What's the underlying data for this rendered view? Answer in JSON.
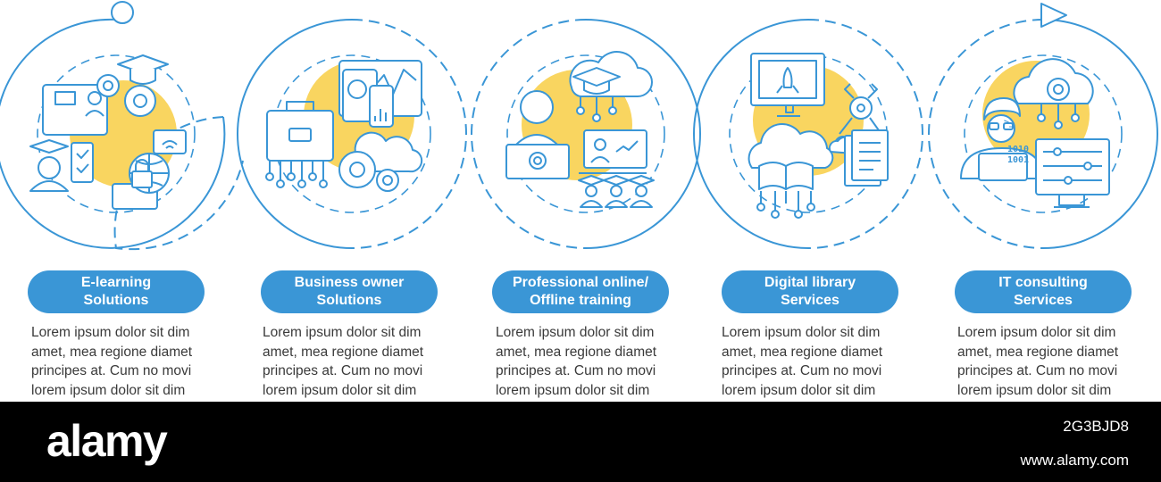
{
  "steps": [
    {
      "title": "E-learning\nSolutions",
      "text": "Lorem ipsum dolor sit dim\namet, mea regione diamet\nprincipes at. Cum no movi\nlorem ipsum dolor sit dim"
    },
    {
      "title": "Business owner\nSolutions",
      "text": "Lorem ipsum dolor sit dim\namet, mea regione diamet\nprincipes at. Cum no movi\nlorem ipsum dolor sit dim"
    },
    {
      "title": "Professional online/\nOffline training",
      "text": "Lorem ipsum dolor sit dim\namet, mea regione diamet\nprincipes at. Cum no movi\nlorem ipsum dolor sit dim"
    },
    {
      "title": "Digital library\nServices",
      "text": "Lorem ipsum dolor sit dim\namet, mea regione diamet\nprincipes at. Cum no movi\nlorem ipsum dolor sit dim"
    },
    {
      "title": "IT consulting\nServices",
      "text": "Lorem ipsum dolor sit dim\namet, mea regione diamet\nprincipes at. Cum no movi\nlorem ipsum dolor sit dim"
    }
  ],
  "icons": [
    "graduation-cap-icon",
    "gear-icon",
    "video-lesson-icon",
    "globe-lock-icon",
    "briefcase-icon",
    "analytics-screens-icon",
    "cloud-gears-icon",
    "teacher-laptop-icon",
    "cloud-graduation-icon",
    "students-icon",
    "monitor-rocket-icon",
    "cloud-book-icon",
    "robot-arm-icon",
    "document-icon",
    "programmer-icon",
    "cloud-gear-icon",
    "binary-code-icon",
    "circuit-monitor-icon",
    "start-circle-icon",
    "play-arrow-icon"
  ],
  "footer": {
    "brand": "alamy",
    "image_id": "2G3BJD8",
    "site": "www.alamy.com"
  },
  "colors": {
    "accent_blue": "#3a96d6",
    "accent_yellow": "#f9d560",
    "text": "#3a3a3a",
    "footer_bg": "#000000"
  }
}
